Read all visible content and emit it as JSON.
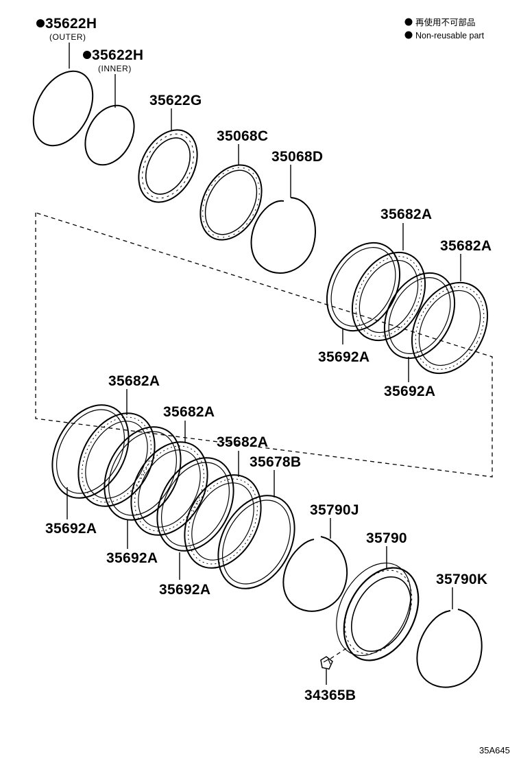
{
  "legend": {
    "items": [
      {
        "marker": "●",
        "text": "再使用不可部品"
      },
      {
        "marker": "●",
        "text": "Non-reusable part"
      }
    ]
  },
  "callouts": {
    "p1": {
      "part": "35622H",
      "note": "(OUTER)",
      "marker": "●"
    },
    "p2": {
      "part": "35622H",
      "note": "(INNER)",
      "marker": "●"
    },
    "p3": "35622G",
    "p4": "35068C",
    "p5": "35068D",
    "p6": "35682A",
    "p7": "35682A",
    "p8": "35692A",
    "p9": "35692A",
    "p10": "35682A",
    "p11": "35682A",
    "p12": "35682A",
    "p13": "35678B",
    "p14": "35692A",
    "p15": "35692A",
    "p16": "35692A",
    "p17": "35790J",
    "p18": "35790",
    "p19": "35790K",
    "p20": "34365B"
  },
  "diagram_code": "35A645"
}
